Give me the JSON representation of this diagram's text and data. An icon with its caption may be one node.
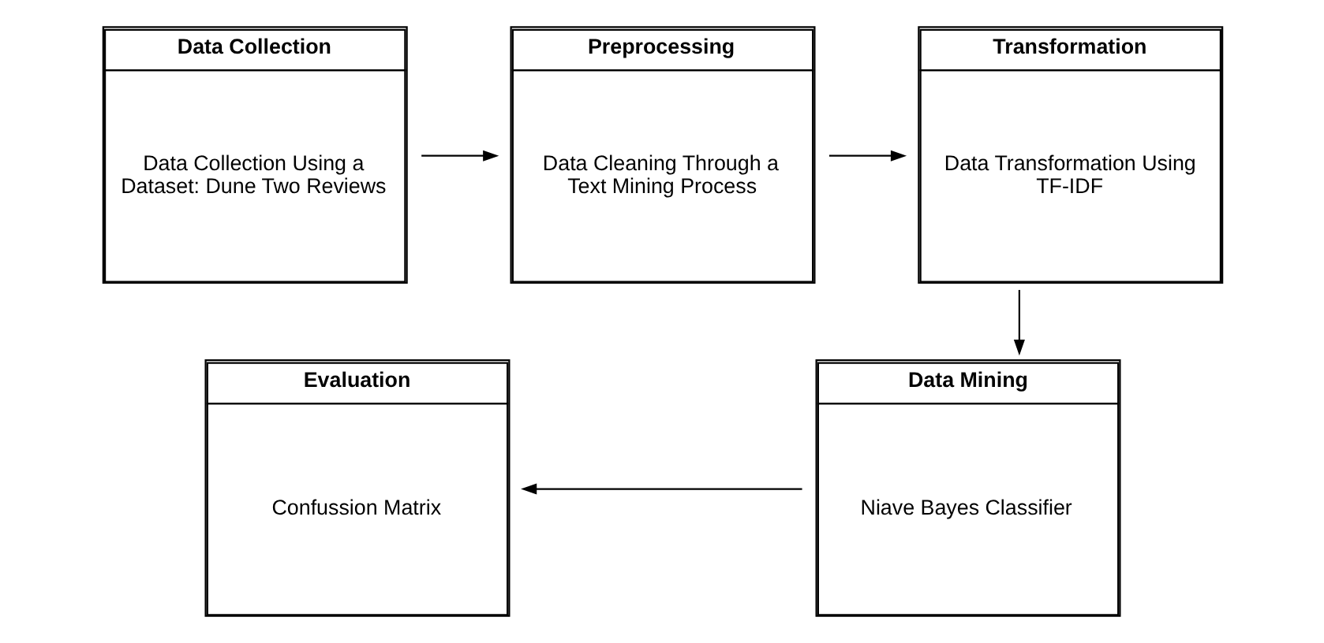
{
  "diagram": {
    "nodes": [
      {
        "text": [
          "Data Collection",
          "Data Collection Using a Dataset: Dune Two Reviews"
        ]
      },
      {
        "text": [
          "Preprocessing",
          "Data Cleaning Through a Text Mining Process"
        ]
      },
      {
        "text": [
          "Transformation",
          "Data Transformation Using TF-IDF"
        ]
      },
      {
        "text": [
          "Evaluation",
          "Confussion Matrix"
        ]
      },
      {
        "text": [
          "Data Mining",
          "Niave Bayes Classifier"
        ]
      }
    ],
    "edges": [
      {
        "from": 0,
        "to": 1,
        "arrow": "to"
      },
      {
        "from": 1,
        "to": 2,
        "arrow": "to"
      },
      {
        "from": 2,
        "to": 4,
        "arrow": "to"
      },
      {
        "from": 4,
        "to": 3,
        "arrow": "to"
      }
    ]
  }
}
